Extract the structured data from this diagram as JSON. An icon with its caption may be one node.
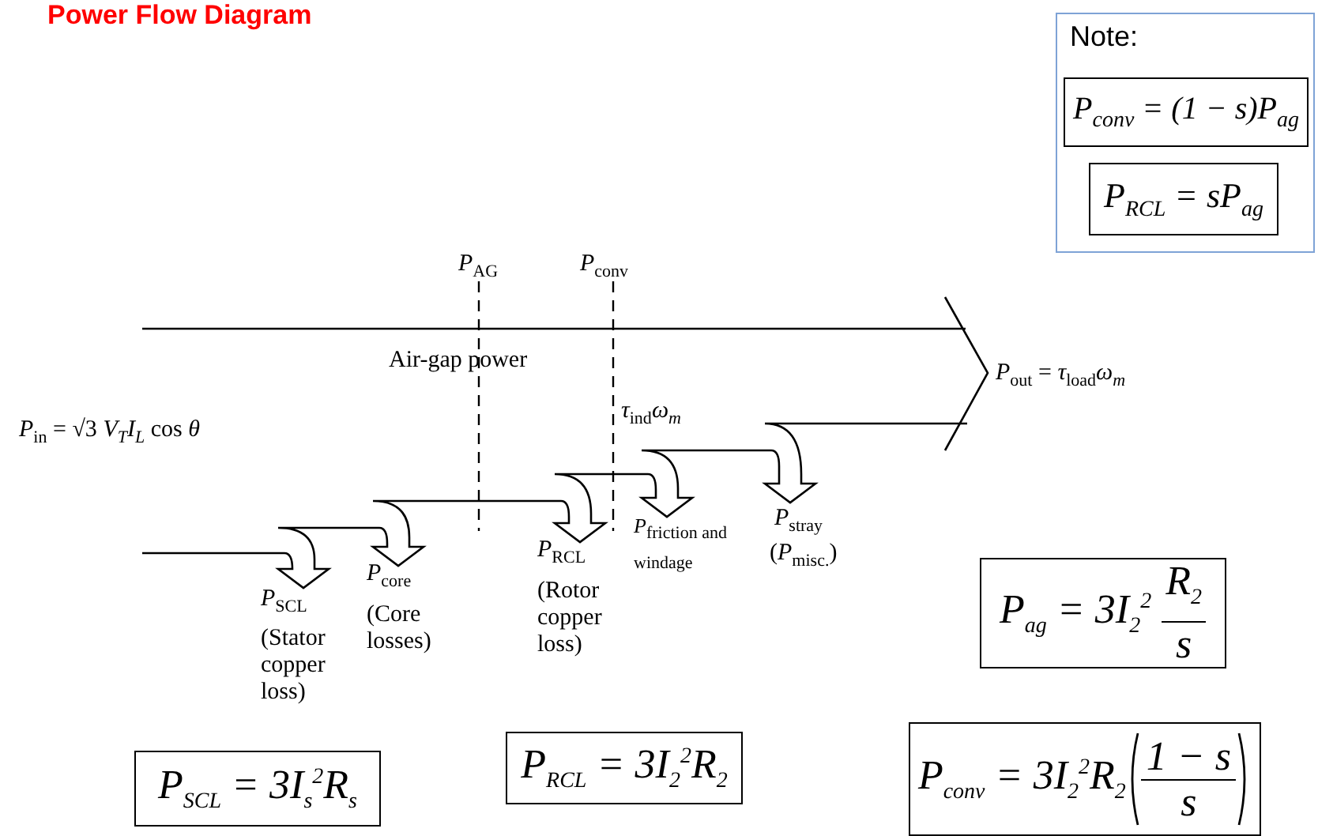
{
  "diagram": {
    "title": "Power Flow Diagram",
    "nodes": [
      {
        "text": [
          "Note:"
        ]
      },
      {
        "text": [
          "P$_{conv}$ = (1 − s)P$_{ag}$"
        ],
        "in": 0
      },
      {
        "text": [
          "P$_{RCL}$ = sP$_{ag}$"
        ],
        "in": 0
      },
      {
        "text": [
          "P$_{ag}$ = 3I$_{2}$$^{2}$",
          "R$_{2}$",
          "s"
        ]
      },
      {
        "text": [
          "P$_{SCL}$ = 3I$_{s}$$^{2}$R$_{s}$"
        ]
      },
      {
        "text": [
          "P$_{RCL}$ = 3I$_{2}$$^{2}$R$_{2}$"
        ]
      },
      {
        "text": [
          "P$_{conv}$ = 3I$_{2}$$^{2}$R$_{2}$",
          "1 − s",
          "s"
        ]
      }
    ],
    "labels": [
      "*P*$_{AG}$",
      "*P*$_{conv}$",
      "Air-gap power",
      "*P*$_{in}$ = √3 *V$_{T}$I$_{L}$* cos *θ*",
      "*τ*$_{ind}$*ω$_{m}$*",
      "*P*$_{out}$ = *τ*$_{load}$*ω$_{m}$*",
      "*P*$_{SCL}$",
      "(Stator copper loss)",
      "*P*$_{core}$",
      "(Core losses)",
      "*P*$_{RCL}$",
      "(Rotor copper loss)",
      "*P*$_{friction and windage}$",
      "*P*$_{stray}$",
      "(*P*$_{misc.}$)"
    ]
  }
}
